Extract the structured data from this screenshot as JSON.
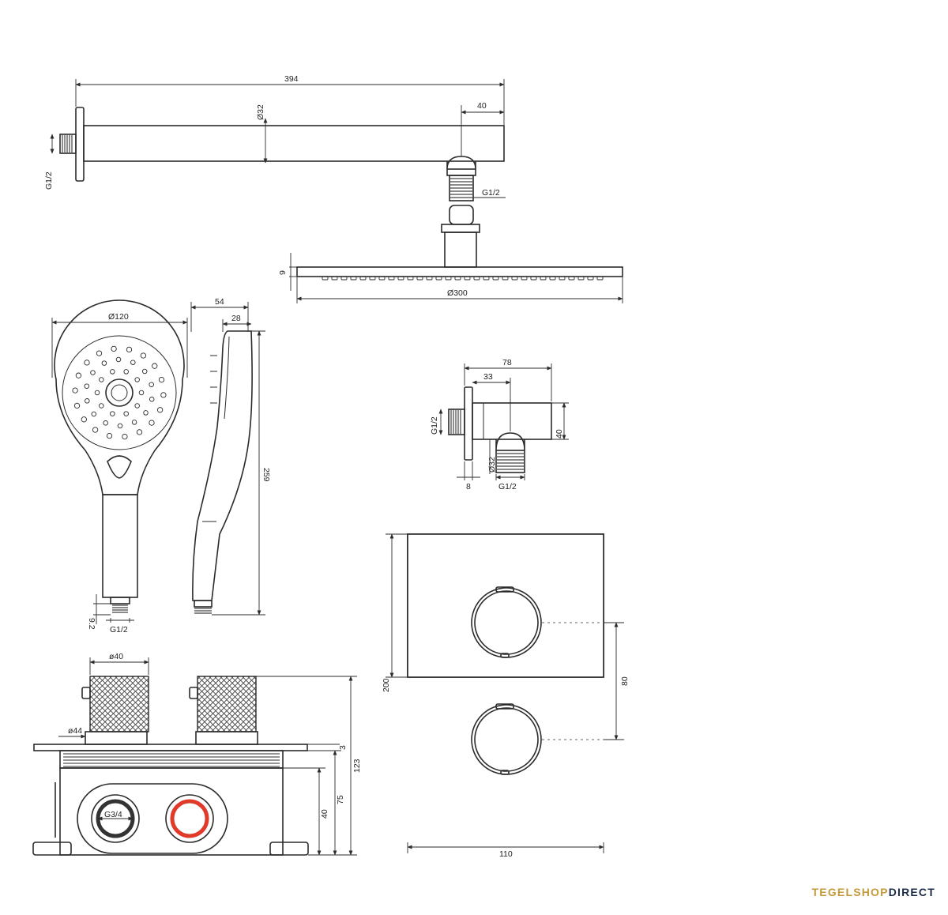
{
  "dimensions": {
    "arm_length": "394",
    "arm_diameter": "Ø32",
    "arm_end_offset": "40",
    "arm_thread": "G1/2",
    "head_thread": "G1/2",
    "head_thickness": "9",
    "head_diameter": "Ø300",
    "hand_diameter": "Ø120",
    "hand_depth": "54",
    "hand_face_depth": "28",
    "hand_length": "259",
    "hand_nipple": "9.2",
    "hand_thread": "G1/2",
    "elbow_width": "78",
    "elbow_offset": "33",
    "elbow_height": "40",
    "elbow_thread_left": "G1/2",
    "elbow_diameter": "Ø32",
    "elbow_flange": "8",
    "elbow_thread_bottom": "G1/2",
    "knob_diameter": "ø40",
    "rosette_diameter": "ø44",
    "box_overall_depth": "123",
    "box_body_depth": "75",
    "box_inlet_height": "40",
    "plate_gap": "3",
    "inlet_thread": "G3/4",
    "plate_height": "200",
    "knob_spacing": "80",
    "plate_width": "110"
  },
  "brand": {
    "part1": "TEGELSHOP",
    "part2": "DIRECT",
    "gold": "#c49a3a",
    "navy": "#1b2d4a"
  },
  "colors": {
    "line": "#2b2b2b",
    "hot_indicator": "#e03a2a",
    "cold_indicator": "#333333"
  }
}
